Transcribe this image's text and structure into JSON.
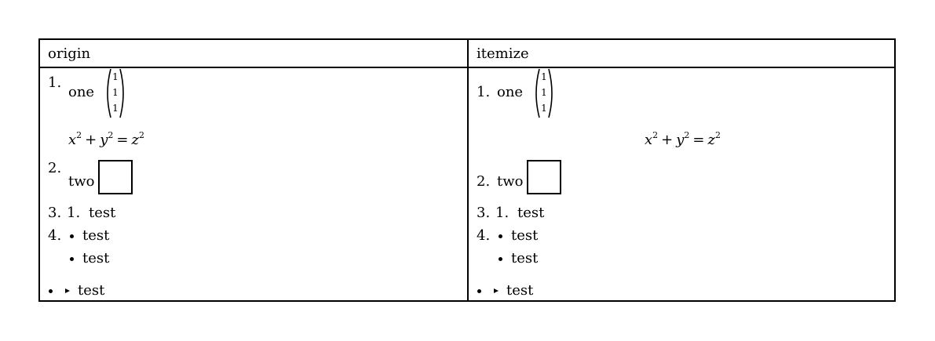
{
  "table": {
    "headers": [
      "origin",
      "itemize"
    ],
    "item1": {
      "num": "1.",
      "label": "one",
      "matrix": [
        "1",
        "1",
        "1"
      ]
    },
    "equation": {
      "x": "x",
      "y": "y",
      "z": "z",
      "exp": "2",
      "plus": "+",
      "eq": "="
    },
    "item2": {
      "num": "2.",
      "label": "two"
    },
    "item3": {
      "num": "3.",
      "inner_num": "1.",
      "label": "test"
    },
    "item4": {
      "num": "4.",
      "items": [
        "test",
        "test"
      ]
    },
    "last": {
      "label": "test"
    }
  }
}
